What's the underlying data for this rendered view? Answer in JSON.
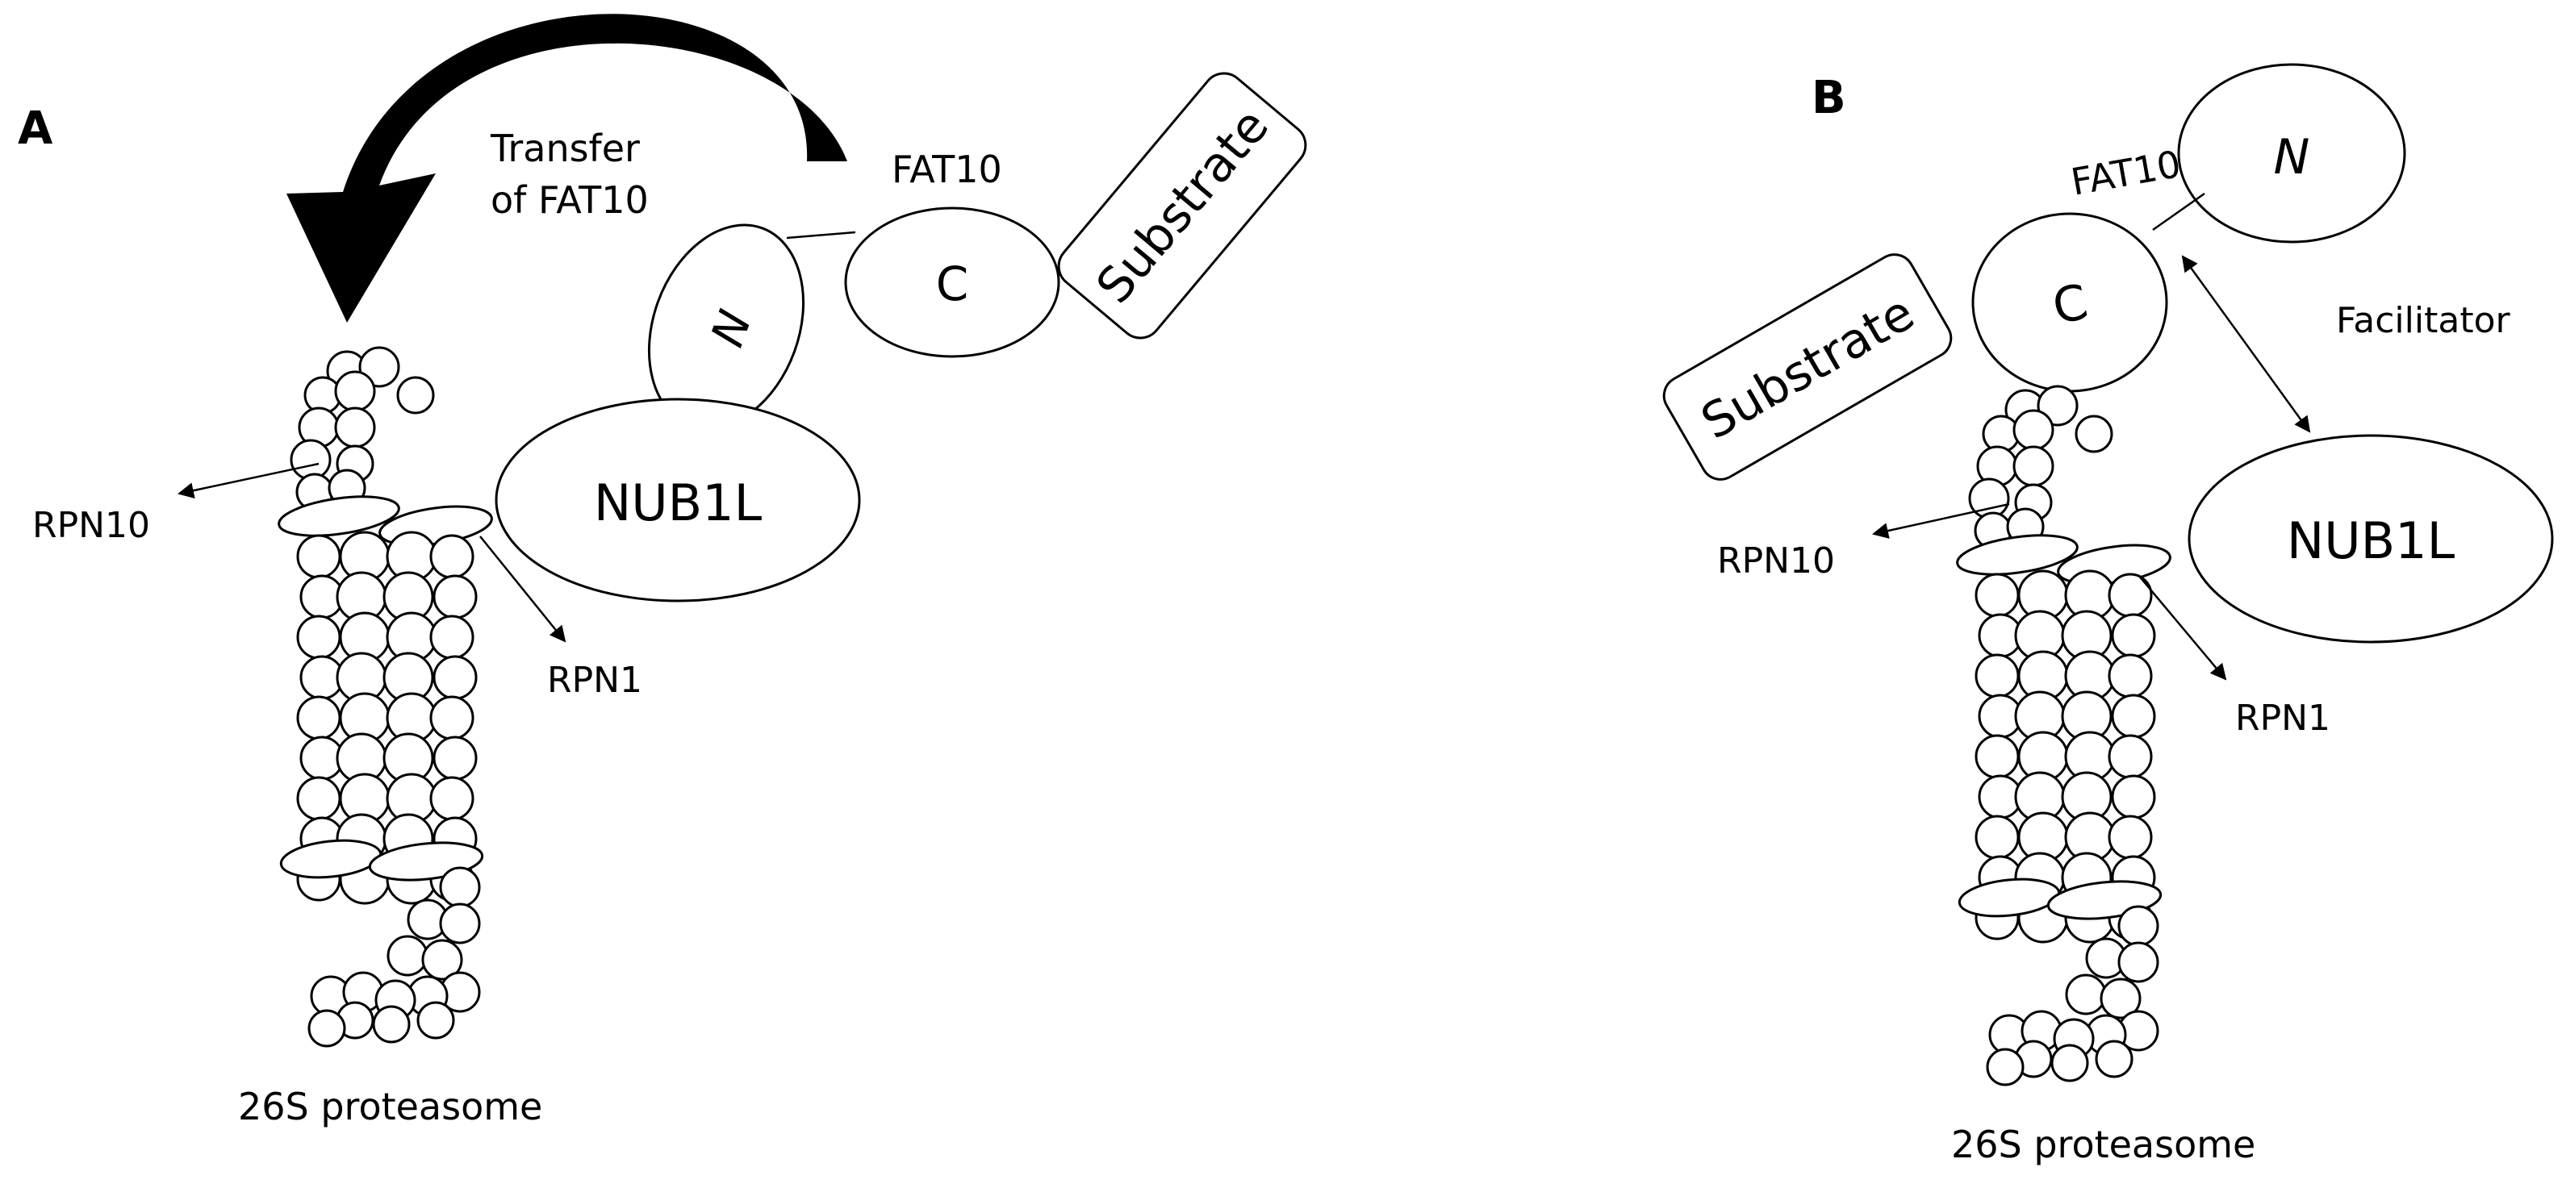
{
  "panelA": {
    "label": "A",
    "transfer_line1": "Transfer",
    "transfer_line2": "of FAT10",
    "fat10": "FAT10",
    "c": "C",
    "n": "N",
    "substrate": "Substrate",
    "nub1l": "NUB1L",
    "rpn10": "RPN10",
    "rpn1": "RPN1",
    "proteasome": "26S proteasome"
  },
  "panelB": {
    "label": "B",
    "fat10": "FAT10",
    "c": "C",
    "n": "N",
    "substrate": "Substrate",
    "nub1l": "NUB1L",
    "facilitator": "Facilitator",
    "rpn10": "RPN10",
    "rpn1": "RPN1",
    "proteasome": "26S proteasome"
  },
  "colors": {
    "stroke": "#000000",
    "fill": "#ffffff"
  }
}
